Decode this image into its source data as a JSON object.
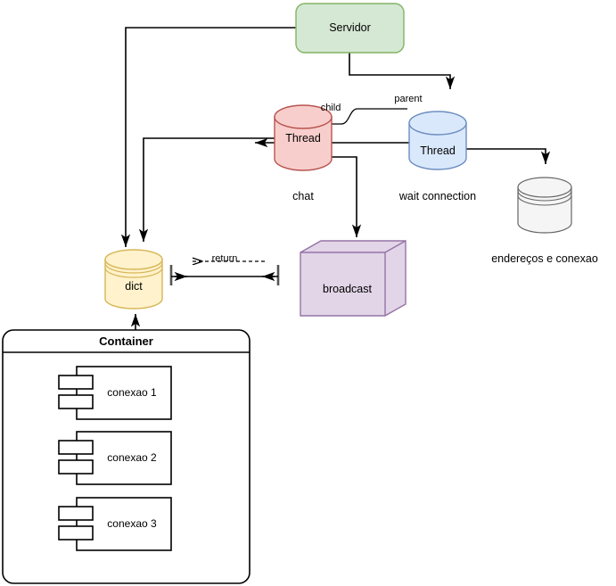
{
  "diagram": {
    "type": "architecture-flow-diagram",
    "nodes": {
      "servidor": {
        "label": "Servidor",
        "shape": "rounded-rectangle",
        "fill": "#d5e8d4",
        "stroke": "#82b366"
      },
      "thread_chat": {
        "label": "Thread",
        "caption": "chat",
        "shape": "cylinder",
        "fill": "#f8cecc",
        "stroke": "#b85450"
      },
      "thread_wait": {
        "label": "Thread",
        "caption": "wait connection",
        "shape": "cylinder",
        "fill": "#dae8fc",
        "stroke": "#6c8ebf"
      },
      "enderecos": {
        "label": "",
        "caption": "endereços e conexao",
        "shape": "database",
        "fill": "#f5f5f5",
        "stroke": "#666666"
      },
      "dict": {
        "label": "dict",
        "shape": "database",
        "fill": "#fff2cc",
        "stroke": "#d6b656"
      },
      "broadcast": {
        "label": "broadcast",
        "shape": "cube-3d",
        "fill": "#e1d5e7",
        "stroke": "#9673a6"
      },
      "container": {
        "title": "Container",
        "shape": "rounded-rectangle",
        "fill": "#ffffff",
        "stroke": "#000000"
      }
    },
    "components": [
      {
        "label": "conexao 1"
      },
      {
        "label": "conexao 2"
      },
      {
        "label": "conexao 3"
      }
    ],
    "edge_labels": {
      "child": "child",
      "parent": "parent",
      "return": "return"
    },
    "colors": {
      "green_fill": "#d5e8d4",
      "green_stroke": "#82b366",
      "pink_fill": "#f8cecc",
      "pink_stroke": "#b85450",
      "blue_fill": "#dae8fc",
      "blue_stroke": "#6c8ebf",
      "yellow_fill": "#fff2cc",
      "yellow_stroke": "#d6b656",
      "purple_fill": "#e1d5e7",
      "purple_stroke": "#9673a6",
      "gray_fill": "#f5f5f5",
      "gray_stroke": "#666666",
      "line": "#000000"
    }
  }
}
